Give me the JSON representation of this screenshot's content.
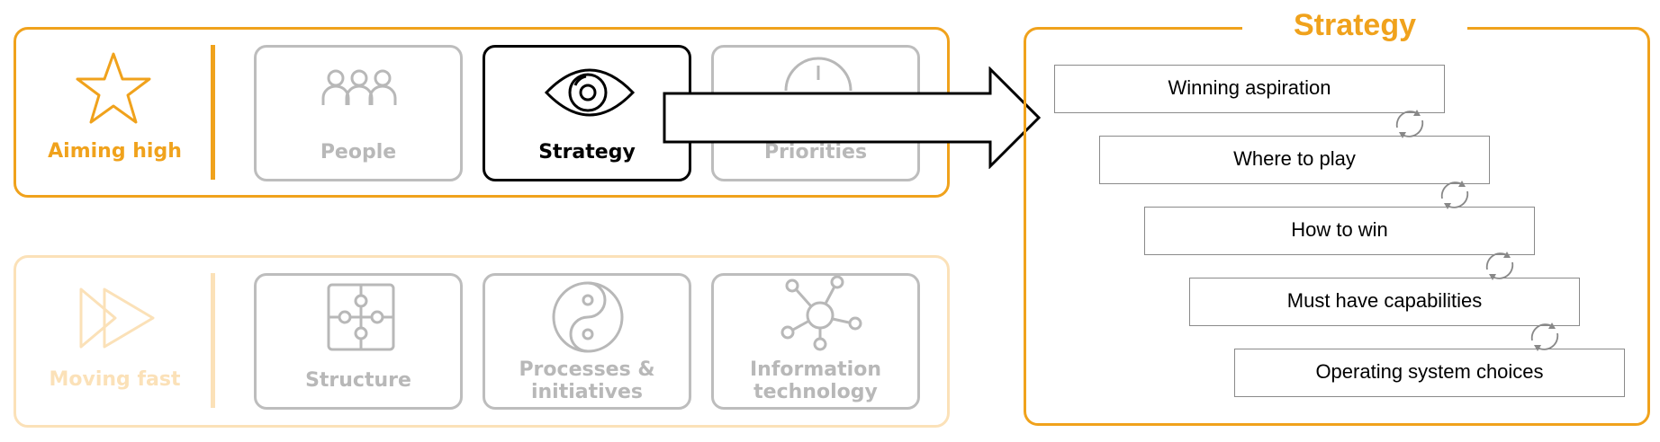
{
  "groups": {
    "aiming_high": {
      "title": "Aiming high",
      "cards": [
        "People",
        "Strategy",
        "Priorities"
      ]
    },
    "moving_fast": {
      "title": "Moving fast",
      "cards": [
        "Structure",
        "Processes & initiatives",
        "Information technology"
      ]
    }
  },
  "panel": {
    "title": "Strategy",
    "steps": [
      "Winning aspiration",
      "Where to play",
      "How to win",
      "Must have capabilities",
      "Operating system choices"
    ]
  },
  "colors": {
    "accent": "#f0a21c",
    "accent_faded": "#fbe1b8",
    "inactive_gray": "#b8b8b8"
  },
  "icons": [
    "star-icon",
    "people-icon",
    "eye-icon",
    "gauge-icon",
    "fast-forward-icon",
    "puzzle-icon",
    "yin-yang-icon",
    "network-icon",
    "cycle-icon",
    "arrow-right-icon"
  ]
}
